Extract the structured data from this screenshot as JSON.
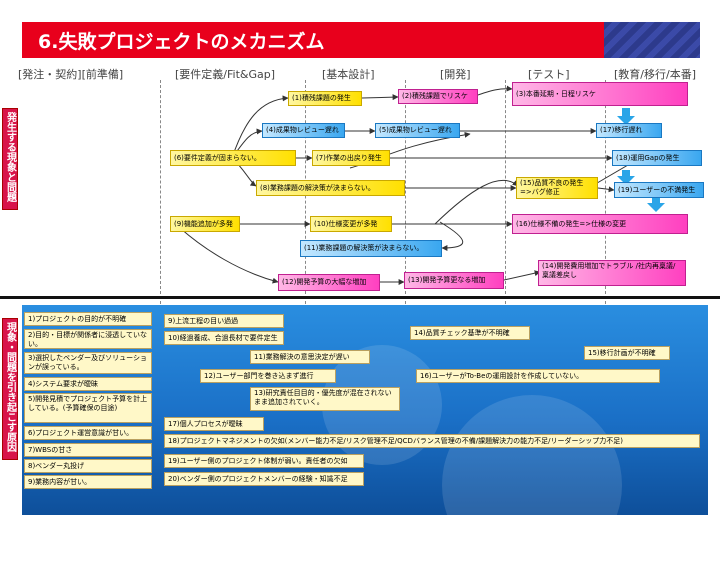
{
  "title": "6.失敗プロジェクトのメカニズム",
  "phases": [
    "[発注・契約][前準備]",
    "[要件定義/Fit&Gap]",
    "[基本設計]",
    "[開発]",
    "[テスト]",
    "[教育/移行/本番]"
  ],
  "side_labels": {
    "top": "発生する現象と問題",
    "bottom": "現象・問題を引き起こす原因"
  },
  "phenomena": {
    "p1": "(1)積残課題の発生",
    "p2": "(2)積残課題でリスケ",
    "p3": "(3)本番延期・日程リスケ",
    "p4": "(4)成果物レビュー遅れ",
    "p5": "(5)成果物レビュー遅れ",
    "p6": "(6)要件定義が固まらない。",
    "p7": "(7)作業の出戻り発生",
    "p8": "(8)業務課題の解決策が決まらない。",
    "p9": "(9)機能追加が多発",
    "p10": "(10)仕様変更が多発",
    "p11": "(11)業務課題の解決策が決まらない。",
    "p12": "(12)開発予算の大幅な増加",
    "p13": "(13)開発予算更なる増加",
    "p14": "(14)開発費用増加でトラブル /社内再稟議/稟議差戻し",
    "p15": "(15)品質不良の発生=>バグ修正",
    "p16": "(16)仕様不備の発生=>仕様の変更",
    "p17": "(17)移行遅れ",
    "p18": "(18)運用Gapの発生",
    "p19": "(19)ユーザーの不満発生"
  },
  "causes": {
    "c1": "1)プロジェクトの目的が不明確",
    "c2": "2)目的・目標が関係者に浸透していない。",
    "c3": "3)選択したベンダー及びソリューションが誤っている。",
    "c4": "4)システム要求が曖昧",
    "c5": "5)開発見積でプロジェクト予算を計上している。(予算確保の目途)",
    "c6": "6)プロジェクト運営意識が甘い。",
    "c7": "7)WBSの甘さ",
    "c8": "8)ベンダー丸投げ",
    "c9": "9)業務内容が甘い。",
    "c9b": "9)上流工程の目い過過",
    "c10": "10)経過養成、合過長材で要件定生",
    "c11": "11)業務解決の意思決定が遅い",
    "c12": "12)ユーザー部門を巻き込まず進行",
    "c13": "13)研究責任目目的・優先度が混在されないまま追加されていく。",
    "c14": "14)品質チェック基準が不明確",
    "c15": "15)移行計画が不明確",
    "c16": "16)ユーザーがTo-Beの運用設計を作成していない。",
    "c17": "17)個人プロセスが曖昧",
    "c18": "18)プロジェクトマネジメントの欠如(メンバー能力不足/リスク管理不足/QCDバランス管理の不備/課題解決力の能力不足/リーダーシップ力不足)",
    "c19": "19)ユーザー側のプロジェクト体制が弱い。責任者の欠如",
    "c20": "20)ベンダー側のプロジェクトメンバーの経験・知識不足"
  },
  "colors": {
    "banner": "#e8001c",
    "yellow": "#ffe000",
    "pink": "#ff40c0",
    "blue": "#3aa7f0",
    "label": "#d8144a"
  }
}
